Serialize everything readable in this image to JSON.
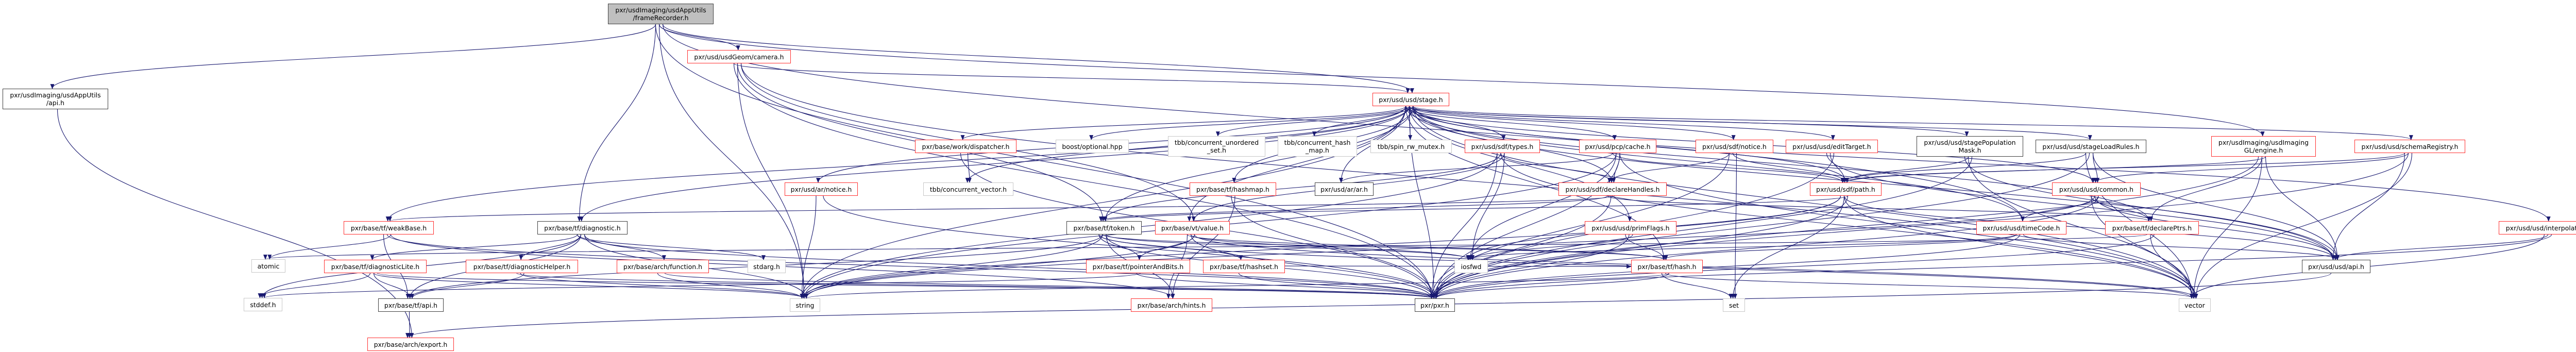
{
  "graph": {
    "edge_color": "#191970",
    "border_colors": {
      "red": "#ff3030",
      "black": "#404040",
      "gray": "#c8c8c8",
      "root_fill": "#bfbfbf"
    },
    "nodes": {
      "n0": {
        "label": "pxr/usdImaging/usdAppUtils\n/frameRecorder.h",
        "kind": "root"
      },
      "n1": {
        "label": "pxr/usdImaging/usdAppUtils\n/api.h",
        "kind": "black"
      },
      "n2": {
        "label": "pxr/usd/usdGeom/camera.h",
        "kind": "red"
      },
      "n3": {
        "label": "pxr/usd/usd/stage.h",
        "kind": "red"
      },
      "n4": {
        "label": "pxr/base/work/dispatcher.h",
        "kind": "red"
      },
      "n5": {
        "label": "boost/optional.hpp",
        "kind": "gray"
      },
      "n6": {
        "label": "tbb/concurrent_unordered\n_set.h",
        "kind": "gray"
      },
      "n7": {
        "label": "tbb/concurrent_hash\n_map.h",
        "kind": "gray"
      },
      "n8": {
        "label": "tbb/spin_rw_mutex.h",
        "kind": "gray"
      },
      "n9": {
        "label": "pxr/usd/sdf/types.h",
        "kind": "red"
      },
      "n10": {
        "label": "pxr/usd/pcp/cache.h",
        "kind": "red"
      },
      "n11": {
        "label": "pxr/usd/sdf/notice.h",
        "kind": "red"
      },
      "n12": {
        "label": "pxr/usd/usd/editTarget.h",
        "kind": "red"
      },
      "n13": {
        "label": "pxr/usd/usd/stagePopulation\nMask.h",
        "kind": "black"
      },
      "n14": {
        "label": "pxr/usd/usd/stageLoadRules.h",
        "kind": "black"
      },
      "n15": {
        "label": "pxr/usdImaging/usdImaging\nGL/engine.h",
        "kind": "red"
      },
      "n16": {
        "label": "pxr/usd/usd/schemaRegistry.h",
        "kind": "red"
      },
      "n17": {
        "label": "pxr/usd/ar/notice.h",
        "kind": "red"
      },
      "n18": {
        "label": "tbb/concurrent_vector.h",
        "kind": "gray"
      },
      "n19": {
        "label": "pxr/base/tf/hashmap.h",
        "kind": "red"
      },
      "n20": {
        "label": "pxr/usd/ar/ar.h",
        "kind": "black"
      },
      "n21": {
        "label": "pxr/usd/sdf/declareHandles.h",
        "kind": "red"
      },
      "n22": {
        "label": "pxr/usd/sdf/path.h",
        "kind": "red"
      },
      "n23": {
        "label": "pxr/usd/usd/common.h",
        "kind": "red"
      },
      "n24": {
        "label": "pxr/base/tf/weakBase.h",
        "kind": "red"
      },
      "n25": {
        "label": "pxr/base/tf/diagnostic.h",
        "kind": "black"
      },
      "n26": {
        "label": "pxr/base/tf/token.h",
        "kind": "black"
      },
      "n27": {
        "label": "pxr/base/vt/value.h",
        "kind": "red"
      },
      "n28": {
        "label": "pxr/usd/usd/primFlags.h",
        "kind": "red"
      },
      "n29": {
        "label": "pxr/usd/usd/timeCode.h",
        "kind": "red"
      },
      "n30": {
        "label": "pxr/base/tf/declarePtrs.h",
        "kind": "red"
      },
      "n31": {
        "label": "pxr/usd/usd/interpolation.h",
        "kind": "red"
      },
      "n32": {
        "label": "atomic",
        "kind": "gray"
      },
      "n33": {
        "label": "pxr/base/tf/diagnosticLite.h",
        "kind": "red"
      },
      "n34": {
        "label": "pxr/base/tf/diagnosticHelper.h",
        "kind": "red"
      },
      "n35": {
        "label": "pxr/base/arch/function.h",
        "kind": "red"
      },
      "n36": {
        "label": "stdarg.h",
        "kind": "gray"
      },
      "n37": {
        "label": "pxr/base/tf/pointerAndBits.h",
        "kind": "red"
      },
      "n38": {
        "label": "pxr/base/tf/hashset.h",
        "kind": "red"
      },
      "n39": {
        "label": "iosfwd",
        "kind": "gray"
      },
      "n40": {
        "label": "pxr/base/tf/hash.h",
        "kind": "red"
      },
      "n41": {
        "label": "pxr/usd/usd/api.h",
        "kind": "black"
      },
      "n42": {
        "label": "stddef.h",
        "kind": "gray"
      },
      "n43": {
        "label": "pxr/base/tf/api.h",
        "kind": "black"
      },
      "n44": {
        "label": "string",
        "kind": "gray"
      },
      "n45": {
        "label": "pxr/base/arch/hints.h",
        "kind": "red"
      },
      "n46": {
        "label": "pxr/pxr.h",
        "kind": "black"
      },
      "n47": {
        "label": "set",
        "kind": "gray"
      },
      "n48": {
        "label": "vector",
        "kind": "gray"
      },
      "n49": {
        "label": "pxr/base/arch/export.h",
        "kind": "red"
      }
    },
    "edges": [
      [
        "n0",
        "n1"
      ],
      [
        "n0",
        "n2"
      ],
      [
        "n0",
        "n3"
      ],
      [
        "n0",
        "n25"
      ],
      [
        "n0",
        "n15"
      ],
      [
        "n0",
        "n29"
      ],
      [
        "n0",
        "n46"
      ],
      [
        "n0",
        "n44"
      ],
      [
        "n1",
        "n49"
      ],
      [
        "n2",
        "n3"
      ],
      [
        "n2",
        "n26"
      ],
      [
        "n2",
        "n27"
      ],
      [
        "n2",
        "n46"
      ],
      [
        "n2",
        "n44"
      ],
      [
        "n2",
        "n48"
      ],
      [
        "n3",
        "n4"
      ],
      [
        "n3",
        "n5"
      ],
      [
        "n3",
        "n6"
      ],
      [
        "n3",
        "n7"
      ],
      [
        "n3",
        "n8"
      ],
      [
        "n3",
        "n9"
      ],
      [
        "n3",
        "n10"
      ],
      [
        "n3",
        "n11"
      ],
      [
        "n3",
        "n12"
      ],
      [
        "n3",
        "n13"
      ],
      [
        "n3",
        "n14"
      ],
      [
        "n3",
        "n16"
      ],
      [
        "n3",
        "n17"
      ],
      [
        "n3",
        "n18"
      ],
      [
        "n3",
        "n19"
      ],
      [
        "n3",
        "n20"
      ],
      [
        "n3",
        "n21"
      ],
      [
        "n3",
        "n22"
      ],
      [
        "n3",
        "n23"
      ],
      [
        "n3",
        "n24"
      ],
      [
        "n3",
        "n26"
      ],
      [
        "n3",
        "n27"
      ],
      [
        "n3",
        "n28"
      ],
      [
        "n3",
        "n29"
      ],
      [
        "n3",
        "n30"
      ],
      [
        "n3",
        "n31"
      ],
      [
        "n3",
        "n41"
      ],
      [
        "n3",
        "n44"
      ],
      [
        "n3",
        "n46"
      ],
      [
        "n3",
        "n48"
      ],
      [
        "n3",
        "n40"
      ],
      [
        "n3",
        "n25"
      ],
      [
        "n4",
        "n18"
      ],
      [
        "n4",
        "n46"
      ],
      [
        "n9",
        "n21"
      ],
      [
        "n9",
        "n39"
      ],
      [
        "n9",
        "n46"
      ],
      [
        "n9",
        "n26"
      ],
      [
        "n9",
        "n27"
      ],
      [
        "n9",
        "n44"
      ],
      [
        "n9",
        "n48"
      ],
      [
        "n10",
        "n21"
      ],
      [
        "n10",
        "n22"
      ],
      [
        "n10",
        "n39"
      ],
      [
        "n10",
        "n46"
      ],
      [
        "n10",
        "n20"
      ],
      [
        "n10",
        "n44"
      ],
      [
        "n10",
        "n48"
      ],
      [
        "n11",
        "n21"
      ],
      [
        "n11",
        "n22"
      ],
      [
        "n11",
        "n47"
      ],
      [
        "n11",
        "n46"
      ],
      [
        "n12",
        "n22"
      ],
      [
        "n12",
        "n46"
      ],
      [
        "n12",
        "n41"
      ],
      [
        "n13",
        "n22"
      ],
      [
        "n13",
        "n46"
      ],
      [
        "n13",
        "n41"
      ],
      [
        "n13",
        "n48"
      ],
      [
        "n14",
        "n23"
      ],
      [
        "n14",
        "n22"
      ],
      [
        "n14",
        "n46"
      ],
      [
        "n14",
        "n41"
      ],
      [
        "n14",
        "n48"
      ],
      [
        "n15",
        "n30"
      ],
      [
        "n15",
        "n41"
      ],
      [
        "n15",
        "n46"
      ],
      [
        "n15",
        "n48"
      ],
      [
        "n15",
        "n22"
      ],
      [
        "n16",
        "n41"
      ],
      [
        "n16",
        "n46"
      ],
      [
        "n16",
        "n48"
      ],
      [
        "n16",
        "n22"
      ],
      [
        "n16",
        "n23"
      ],
      [
        "n17",
        "n46"
      ],
      [
        "n17",
        "n44"
      ],
      [
        "n19",
        "n46"
      ],
      [
        "n19",
        "n45"
      ],
      [
        "n21",
        "n30"
      ],
      [
        "n21",
        "n46"
      ],
      [
        "n21",
        "n24"
      ],
      [
        "n21",
        "n26"
      ],
      [
        "n22",
        "n47"
      ],
      [
        "n22",
        "n46"
      ],
      [
        "n22",
        "n44"
      ],
      [
        "n22",
        "n48"
      ],
      [
        "n22",
        "n26"
      ],
      [
        "n22",
        "n39"
      ],
      [
        "n22",
        "n41"
      ],
      [
        "n23",
        "n29"
      ],
      [
        "n23",
        "n30"
      ],
      [
        "n23",
        "n41"
      ],
      [
        "n23",
        "n46"
      ],
      [
        "n23",
        "n48"
      ],
      [
        "n23",
        "n44"
      ],
      [
        "n24",
        "n32"
      ],
      [
        "n24",
        "n43"
      ],
      [
        "n24",
        "n46"
      ],
      [
        "n24",
        "n45"
      ],
      [
        "n25",
        "n33"
      ],
      [
        "n25",
        "n34"
      ],
      [
        "n25",
        "n35"
      ],
      [
        "n25",
        "n36"
      ],
      [
        "n25",
        "n43"
      ],
      [
        "n25",
        "n44"
      ],
      [
        "n25",
        "n46"
      ],
      [
        "n25",
        "n42"
      ],
      [
        "n26",
        "n37"
      ],
      [
        "n26",
        "n38"
      ],
      [
        "n26",
        "n40"
      ],
      [
        "n26",
        "n45"
      ],
      [
        "n26",
        "n46"
      ],
      [
        "n26",
        "n44"
      ],
      [
        "n26",
        "n39"
      ],
      [
        "n26",
        "n48"
      ],
      [
        "n26",
        "n43"
      ],
      [
        "n27",
        "n37"
      ],
      [
        "n27",
        "n40"
      ],
      [
        "n27",
        "n46"
      ],
      [
        "n27",
        "n44"
      ],
      [
        "n27",
        "n45"
      ],
      [
        "n27",
        "n39"
      ],
      [
        "n27",
        "n48"
      ],
      [
        "n28",
        "n40"
      ],
      [
        "n28",
        "n46"
      ],
      [
        "n28",
        "n39"
      ],
      [
        "n29",
        "n40"
      ],
      [
        "n29",
        "n46"
      ],
      [
        "n29",
        "n41"
      ],
      [
        "n29",
        "n39"
      ],
      [
        "n30",
        "n48"
      ],
      [
        "n30",
        "n46"
      ],
      [
        "n30",
        "n32"
      ],
      [
        "n31",
        "n41"
      ],
      [
        "n31",
        "n46"
      ],
      [
        "n31",
        "n48"
      ],
      [
        "n33",
        "n43"
      ],
      [
        "n33",
        "n46"
      ],
      [
        "n33",
        "n42"
      ],
      [
        "n33",
        "n44"
      ],
      [
        "n34",
        "n43"
      ],
      [
        "n34",
        "n46"
      ],
      [
        "n34",
        "n44"
      ],
      [
        "n35",
        "n46"
      ],
      [
        "n35",
        "n44"
      ],
      [
        "n37",
        "n46"
      ],
      [
        "n37",
        "n42"
      ],
      [
        "n38",
        "n46"
      ],
      [
        "n38",
        "n40"
      ],
      [
        "n40",
        "n46"
      ],
      [
        "n40",
        "n47"
      ],
      [
        "n40",
        "n48"
      ],
      [
        "n40",
        "n44"
      ],
      [
        "n41",
        "n49"
      ],
      [
        "n43",
        "n49"
      ]
    ]
  }
}
